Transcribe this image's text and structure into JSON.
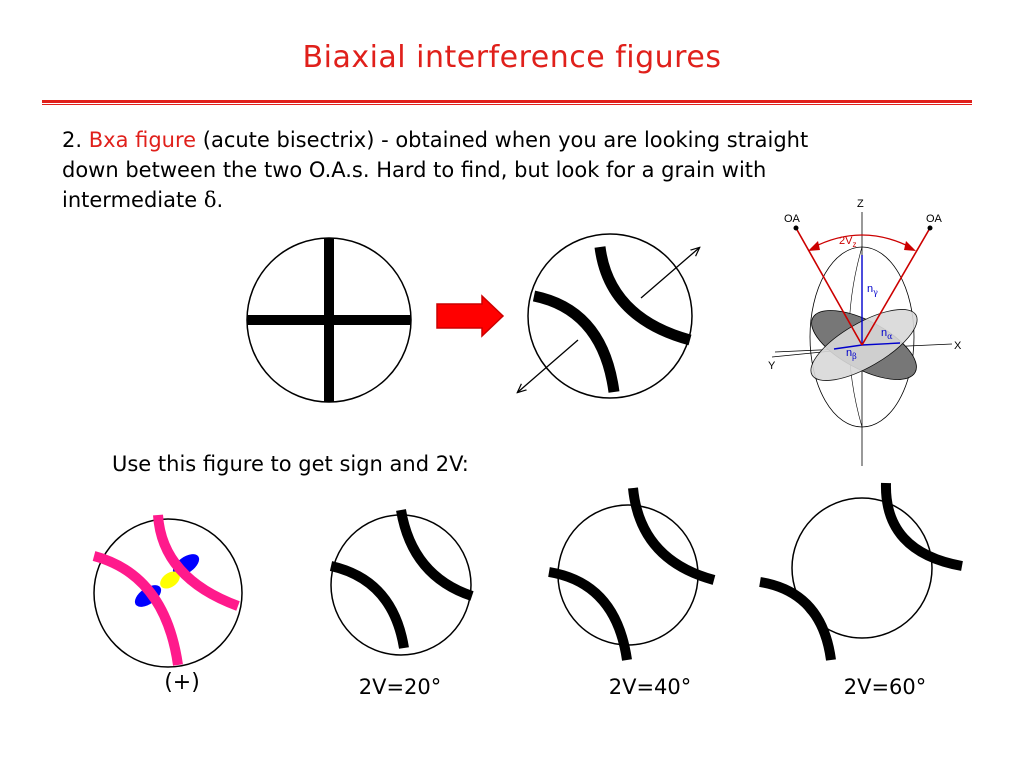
{
  "title": "Biaxial interference figures",
  "paragraph": {
    "number": "2.",
    "term": "Bxa figure",
    "line1_rest": "(acute bisectrix) - obtained when you are looking straight",
    "line2": "down between the two O.A.s.  Hard to find, but look for a grain with",
    "line3_prefix": "intermediate",
    "delta": "δ",
    "line3_suffix": "."
  },
  "instruction": "Use this figure to get sign and 2V:",
  "captions": {
    "plus": "(+)",
    "v20": "2V=20°",
    "v40": "2V=40°",
    "v60": "2V=60°"
  },
  "indicatrix": {
    "z": "Z",
    "x": "X",
    "y": "Y",
    "oa_left": "OA",
    "oa_right": "OA",
    "two_v_main": "2V",
    "two_v_sub": "z",
    "n_gamma": "n",
    "n_gamma_sub": "γ",
    "n_alpha": "n",
    "n_alpha_sub": "α",
    "n_beta": "n",
    "n_beta_sub": "β"
  },
  "colors": {
    "title": "#e0201b",
    "arrow_fill": "#ff0000",
    "isogyre_pink": "#ff1a8c",
    "melatope_blue": "#0000ff",
    "center_yellow": "#ffff00",
    "axis_blue": "#0000cc",
    "plane_dark": "#777777",
    "plane_light": "#d9d9d9"
  }
}
